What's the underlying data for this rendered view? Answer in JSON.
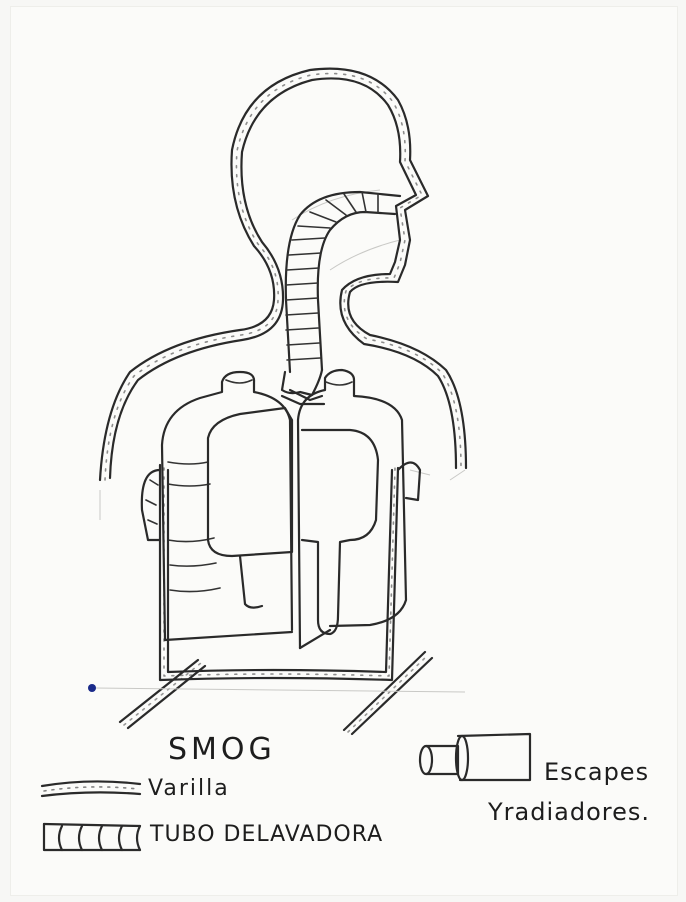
{
  "labels": {
    "title": "SMOG",
    "legend_rod": "Varilla",
    "legend_tube": "TUBO DELAVADORA",
    "legend_exhaust_line1": "Escapes",
    "legend_exhaust_line2": "Yradiadores."
  },
  "colors": {
    "ink": "#2a2a2a",
    "paper": "#fbfbf9",
    "dot": "#1a2a8a"
  }
}
